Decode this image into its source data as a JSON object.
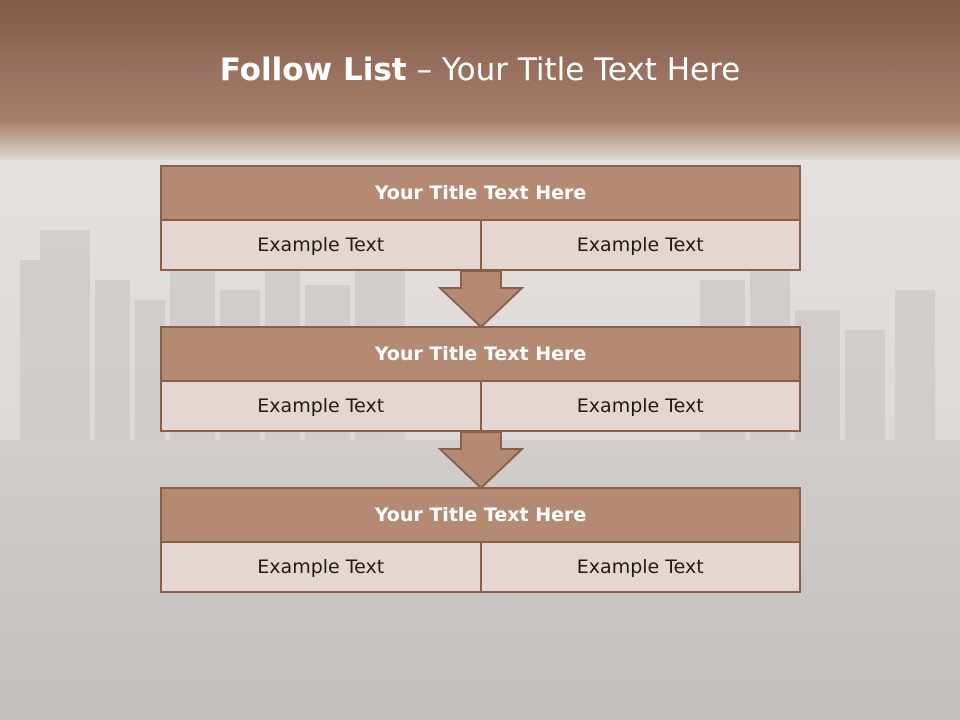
{
  "slide": {
    "title_bold": "Follow List",
    "title_rest": " – Your Title Text Here"
  },
  "steps": [
    {
      "title": "Your Title Text Here",
      "left": "Example Text",
      "right": "Example Text"
    },
    {
      "title": "Your Title Text Here",
      "left": "Example Text",
      "right": "Example Text"
    },
    {
      "title": "Your Title Text Here",
      "left": "Example Text",
      "right": "Example Text"
    }
  ],
  "colors": {
    "header": "#a67d6a",
    "block_head": "#b58a74",
    "block_cell": "#e6d6d1",
    "border": "#8a5f4a"
  }
}
